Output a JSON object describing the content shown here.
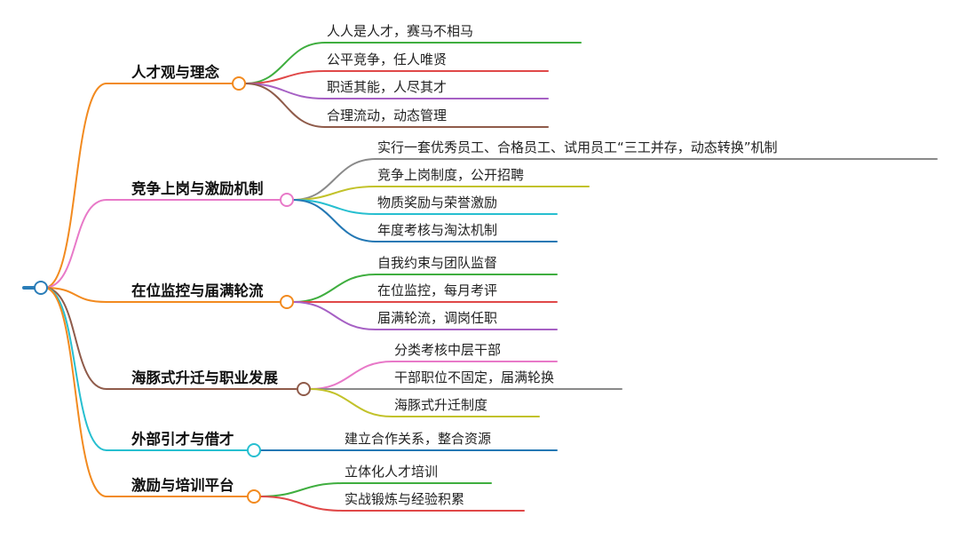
{
  "branches": [
    {
      "label": "人才观与理念",
      "color": "#f28a1f",
      "leaves": [
        {
          "label": "人人是人才，赛马不相马",
          "color": "#3fae3f"
        },
        {
          "label": "公平竞争，任人唯贤",
          "color": "#e04848"
        },
        {
          "label": "职适其能，人尽其才",
          "color": "#a660c4"
        },
        {
          "label": "合理流动，动态管理",
          "color": "#8f5b4a"
        }
      ]
    },
    {
      "label": "竞争上岗与激励机制",
      "color": "#e879c8",
      "leaves": [
        {
          "label": "实行一套优秀员工、合格员工、试用员工“三工并存，动态转换”机制",
          "color": "#8a8a8a"
        },
        {
          "label": "竞争上岗制度，公开招聘",
          "color": "#c2c22a"
        },
        {
          "label": "物质奖励与荣誉激励",
          "color": "#27bfd0"
        },
        {
          "label": "年度考核与淘汰机制",
          "color": "#2478b4"
        }
      ]
    },
    {
      "label": "在位监控与届满轮流",
      "color": "#f28a1f",
      "leaves": [
        {
          "label": "自我约束与团队监督",
          "color": "#3fae3f"
        },
        {
          "label": "在位监控，每月考评",
          "color": "#e04848"
        },
        {
          "label": "届满轮流，调岗任职",
          "color": "#a660c4"
        }
      ]
    },
    {
      "label": "海豚式升迁与职业发展",
      "color": "#8f5b4a",
      "leaves": [
        {
          "label": "分类考核中层干部",
          "color": "#e879c8"
        },
        {
          "label": "干部职位不固定，届满轮换",
          "color": "#8a8a8a"
        },
        {
          "label": "海豚式升迁制度",
          "color": "#c2c22a"
        }
      ]
    },
    {
      "label": "外部引才与借才",
      "color": "#27bfd0",
      "leaves": [
        {
          "label": "建立合作关系，整合资源",
          "color": "#2478b4"
        }
      ]
    },
    {
      "label": "激励与培训平台",
      "color": "#f28a1f",
      "leaves": [
        {
          "label": "立体化人才培训",
          "color": "#3fae3f"
        },
        {
          "label": "实战锻炼与经验积累",
          "color": "#e04848"
        }
      ]
    }
  ],
  "root_color": "#2a7db8"
}
